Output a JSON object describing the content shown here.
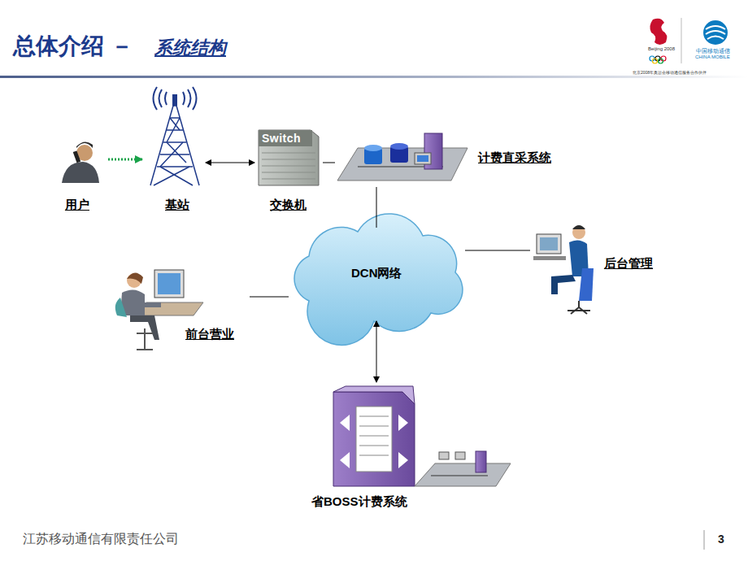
{
  "diagram": {
    "title": "总体介绍 －",
    "nodes": [
      {
        "text": [
          "用户"
        ]
      },
      {
        "text": [
          "基站"
        ]
      },
      {
        "text": [
          "Switch",
          "交换机"
        ]
      },
      {
        "text": [
          "计费直采系统"
        ]
      },
      {
        "text": [
          "DCN网络"
        ]
      },
      {
        "text": [
          "后台管理"
        ]
      },
      {
        "text": [
          "前台营业"
        ]
      },
      {
        "text": [
          "省BOSS计费系统"
        ]
      }
    ],
    "edges": [
      {
        "from": 0,
        "to": 1,
        "arrow": "to"
      },
      {
        "from": 1,
        "to": 2,
        "arrow": "both"
      },
      {
        "from": 2,
        "to": 3,
        "arrow": "none"
      },
      {
        "from": 3,
        "to": 4,
        "arrow": "none"
      },
      {
        "from": 4,
        "to": 5,
        "arrow": "none"
      },
      {
        "from": 6,
        "to": 4,
        "arrow": "none"
      },
      {
        "from": 4,
        "to": 7,
        "arrow": "both"
      }
    ],
    "labels": [
      "系统结构",
      "Beijing 2008",
      "中国移动通信",
      "CHINA MOBILE",
      "北京2008年奥运会移动通信服务合作伙伴",
      "江苏移动通信有限责任公司",
      "3"
    ]
  }
}
